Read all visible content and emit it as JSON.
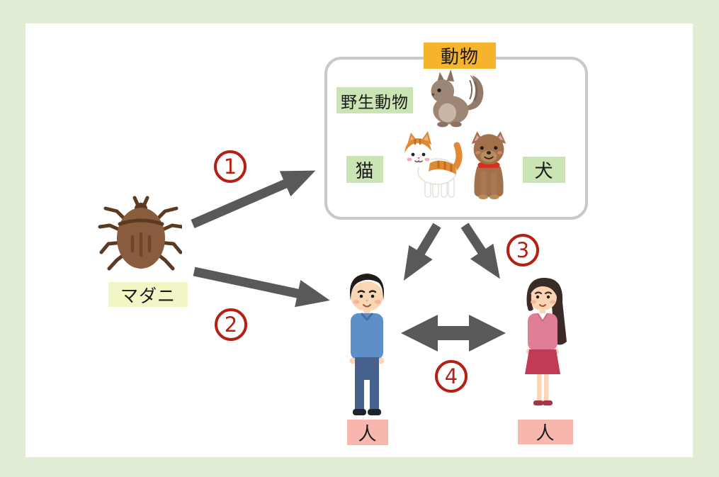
{
  "colors": {
    "page_background": "#e0ecd3",
    "panel_background": "#ffffff",
    "animal_box_border": "#c9c9c9",
    "animal_title_bg": "#f5b32e",
    "green_label_bg": "#cbe4b4",
    "tick_label_bg": "#f2f5c4",
    "human_label_bg": "#f8b7ae",
    "arrow_gray": "#595959",
    "circled_number_red": "#b42014",
    "label_text": "#1a1a1a"
  },
  "animal_box": {
    "title": "動物",
    "wild_animal_label": "野生動物",
    "cat_label": "猫",
    "dog_label": "犬"
  },
  "tick": {
    "label": "マダニ"
  },
  "humans": {
    "left_label": "人",
    "right_label": "人"
  },
  "routes": {
    "r1": "1",
    "r2": "2",
    "r3": "3",
    "r4": "4"
  }
}
